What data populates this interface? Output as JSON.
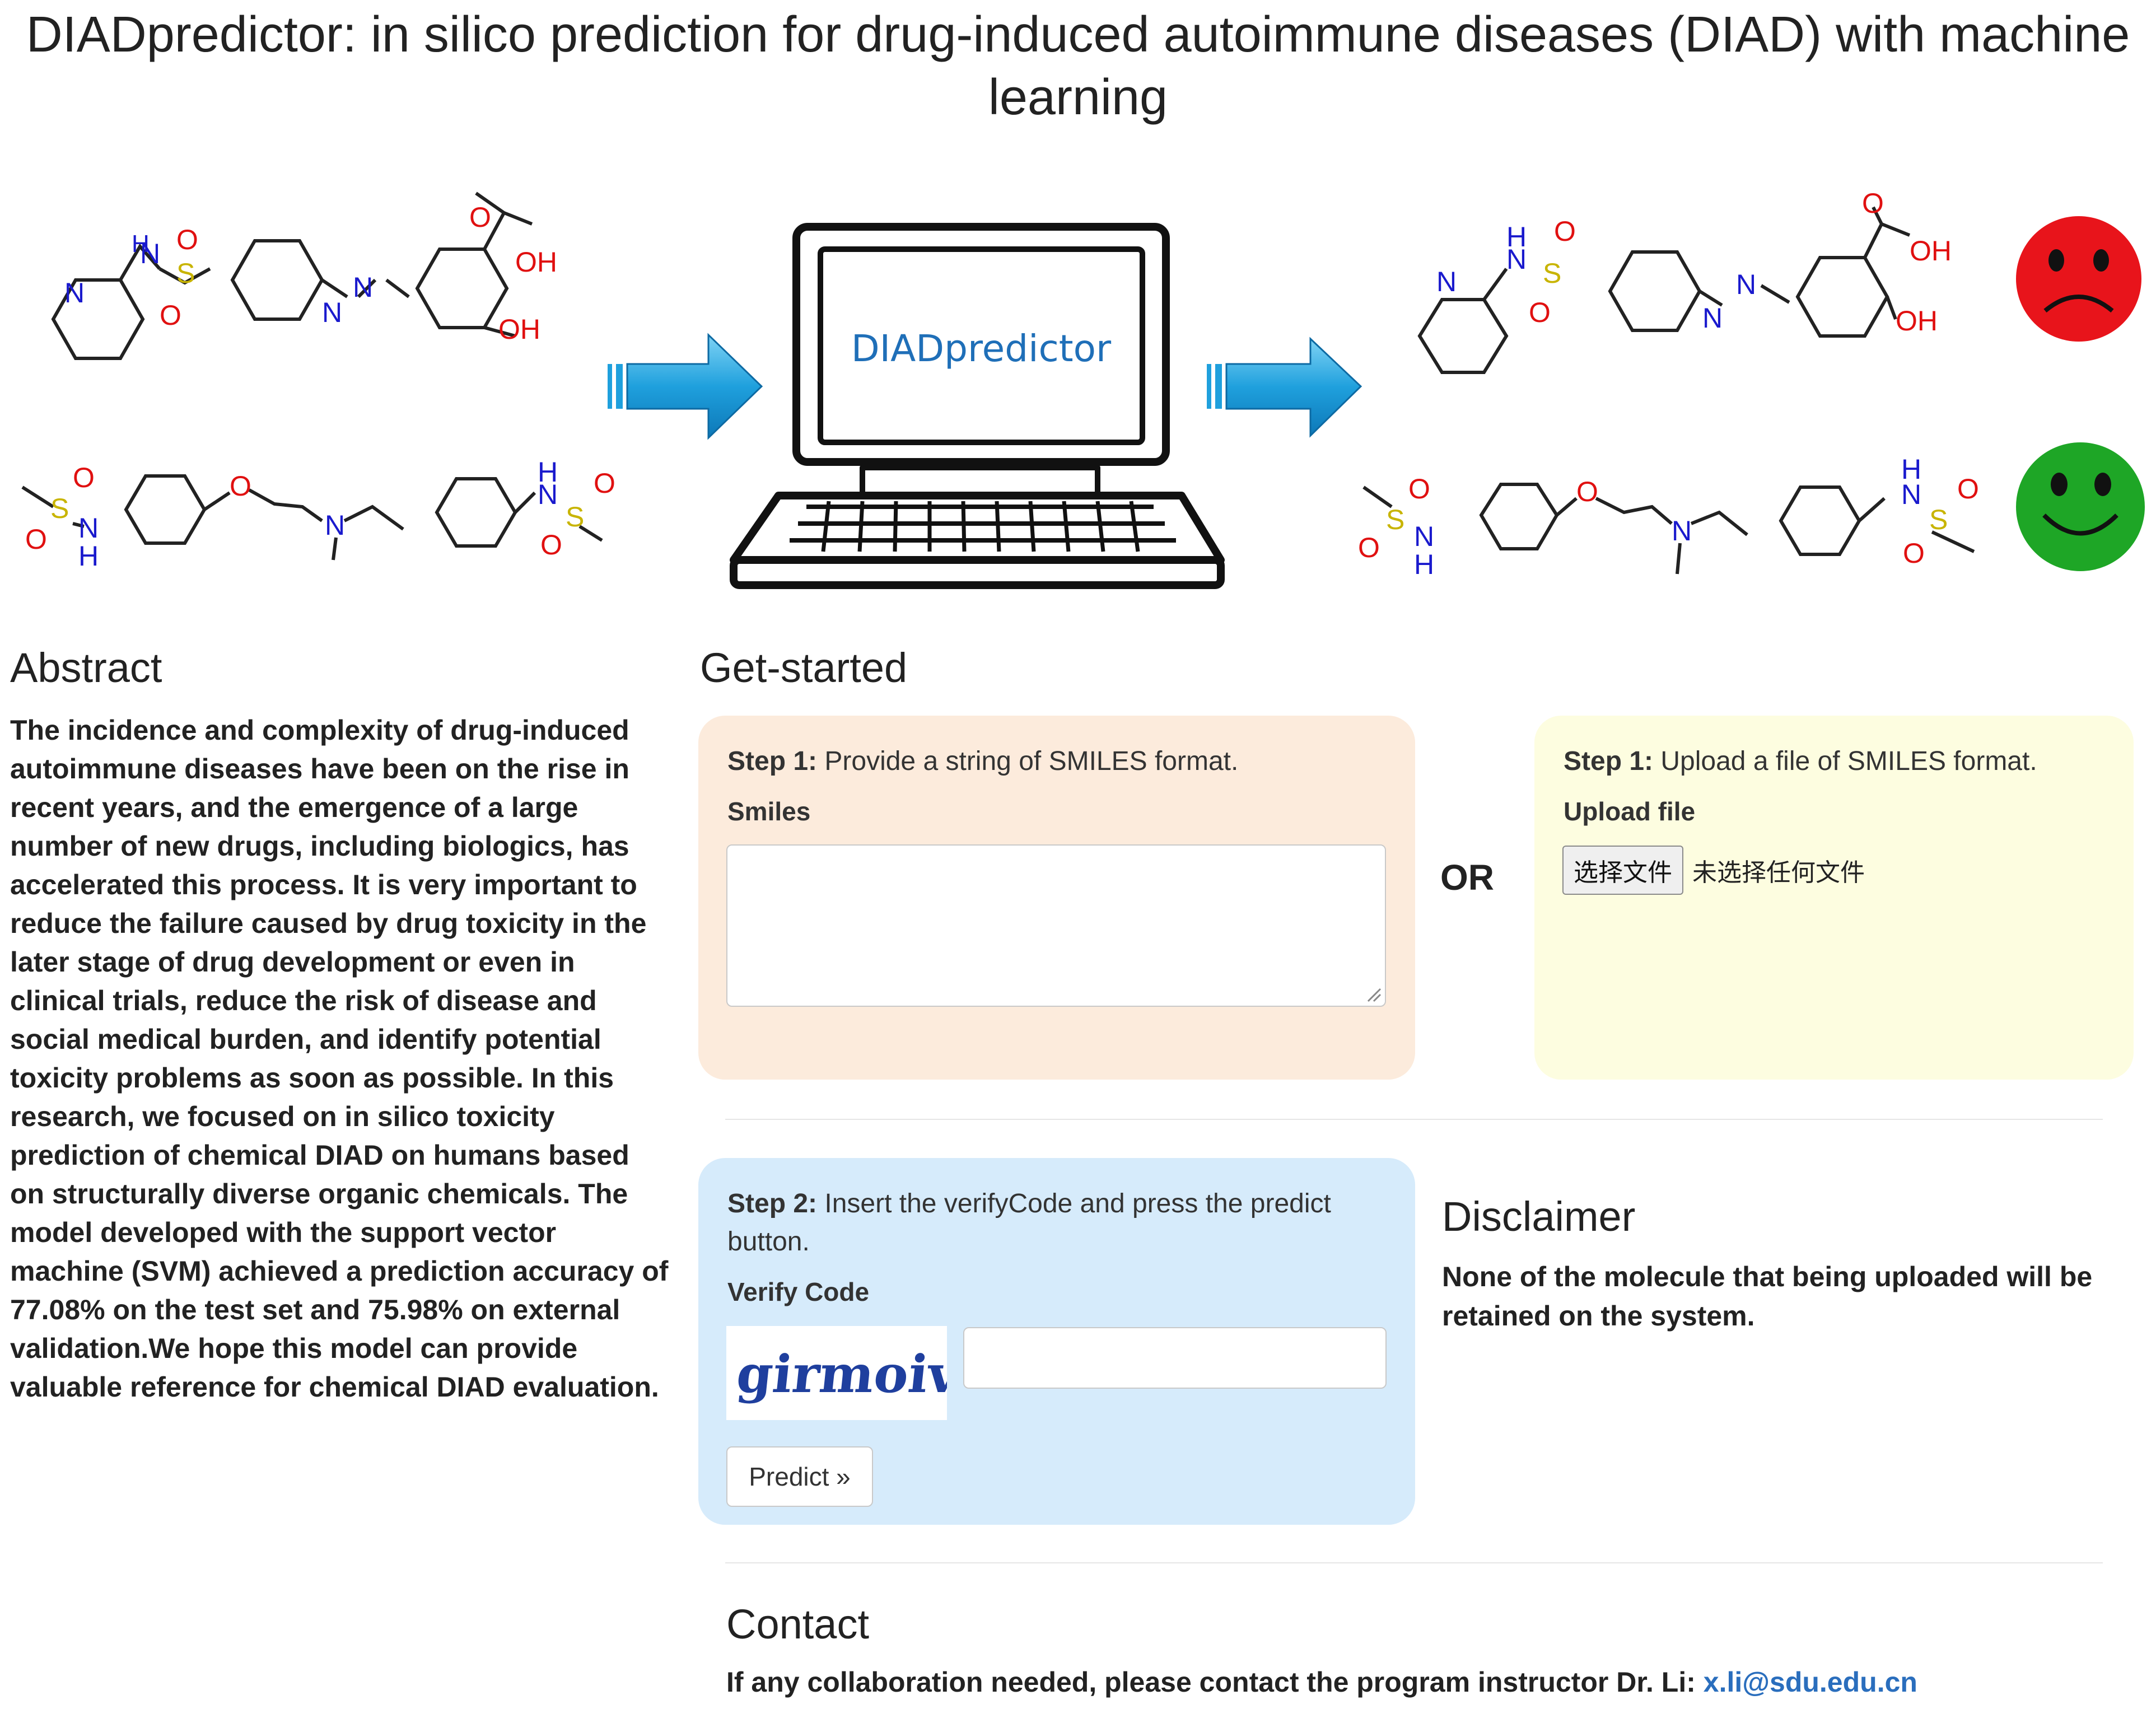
{
  "header": {
    "title": "DIADpredictor: in silico prediction for drug-induced autoimmune diseases (DIAD) with machine learning"
  },
  "hero": {
    "laptop_screen_text": "DIADpredictor",
    "molecule_labels": {
      "n": "N",
      "nh_h": "H",
      "o": "O",
      "s": "S",
      "oh": "OH"
    },
    "result_icons": [
      "sad-face-icon",
      "happy-face-icon"
    ],
    "colors": {
      "arrow": "#29a9e1",
      "sad": "#e8141b",
      "happy": "#1ea626",
      "nitrogen": "#1a1acd",
      "oxygen": "#e01010",
      "sulfur": "#c8b400"
    }
  },
  "abstract": {
    "heading": "Abstract",
    "text": "The incidence and complexity of drug-induced autoimmune diseases have been on the rise in recent years, and the emergence of a large number of new drugs, including biologics, has accelerated this process. It is very important to reduce the failure caused by drug toxicity in the later stage of drug development or even in clinical trials, reduce the risk of disease and social medical burden, and identify potential toxicity problems as soon as possible. In this research, we focused on in silico toxicity prediction of chemical DIAD on humans based on structurally diverse organic chemicals. The model developed with the support vector machine (SVM) achieved a prediction accuracy of 77.08% on the test set and 75.98% on external validation.We hope this model can provide valuable reference for chemical DIAD evaluation."
  },
  "get_started": {
    "heading": "Get-started",
    "smiles_panel": {
      "step_prefix": "Step 1:",
      "step_text": " Provide a string of SMILES format.",
      "field_label": "Smiles",
      "value": ""
    },
    "or_label": "OR",
    "upload_panel": {
      "step_prefix": "Step 1:",
      "step_text": " Upload a file of SMILES format.",
      "field_label": "Upload file",
      "button_label": "选择文件",
      "no_file_text": "未选择任何文件"
    },
    "verify_panel": {
      "step_prefix": "Step 2:",
      "step_text": " Insert the verifyCode and press the predict button.",
      "field_label": "Verify Code",
      "captcha_text": "girmoiv",
      "value": "",
      "predict_label": "Predict »"
    }
  },
  "disclaimer": {
    "heading": "Disclaimer",
    "text": "None of the molecule that being uploaded will be retained on the system."
  },
  "contact": {
    "heading": "Contact",
    "text": "If any collaboration needed, please contact the program instructor Dr. Li: ",
    "email": "x.li@sdu.edu.cn"
  }
}
